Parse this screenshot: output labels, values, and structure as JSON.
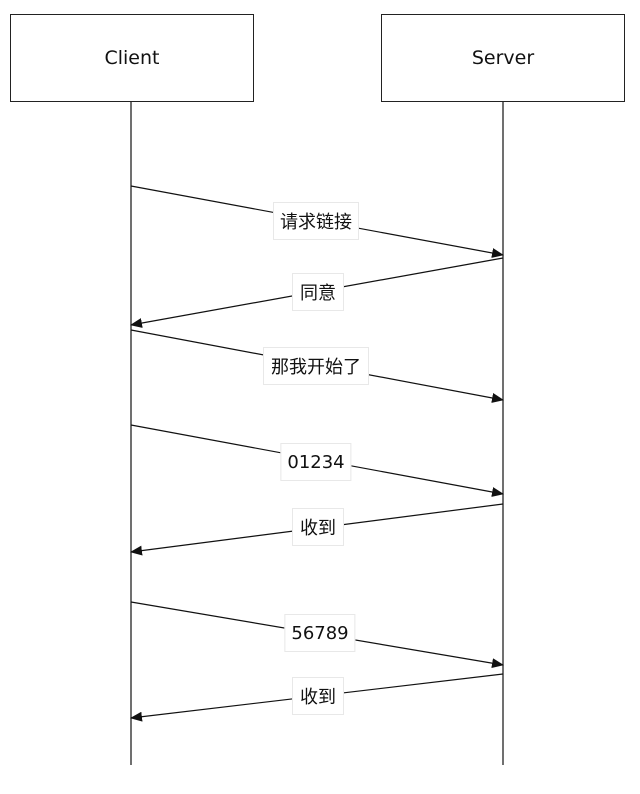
{
  "participants": {
    "client": "Client",
    "server": "Server"
  },
  "messages": [
    {
      "from": "client",
      "to": "server",
      "label": "请求链接"
    },
    {
      "from": "server",
      "to": "client",
      "label": "同意"
    },
    {
      "from": "client",
      "to": "server",
      "label": "那我开始了"
    },
    {
      "from": "client",
      "to": "server",
      "label": "01234"
    },
    {
      "from": "server",
      "to": "client",
      "label": "收到"
    },
    {
      "from": "client",
      "to": "server",
      "label": "56789"
    },
    {
      "from": "server",
      "to": "client",
      "label": "收到"
    }
  ]
}
